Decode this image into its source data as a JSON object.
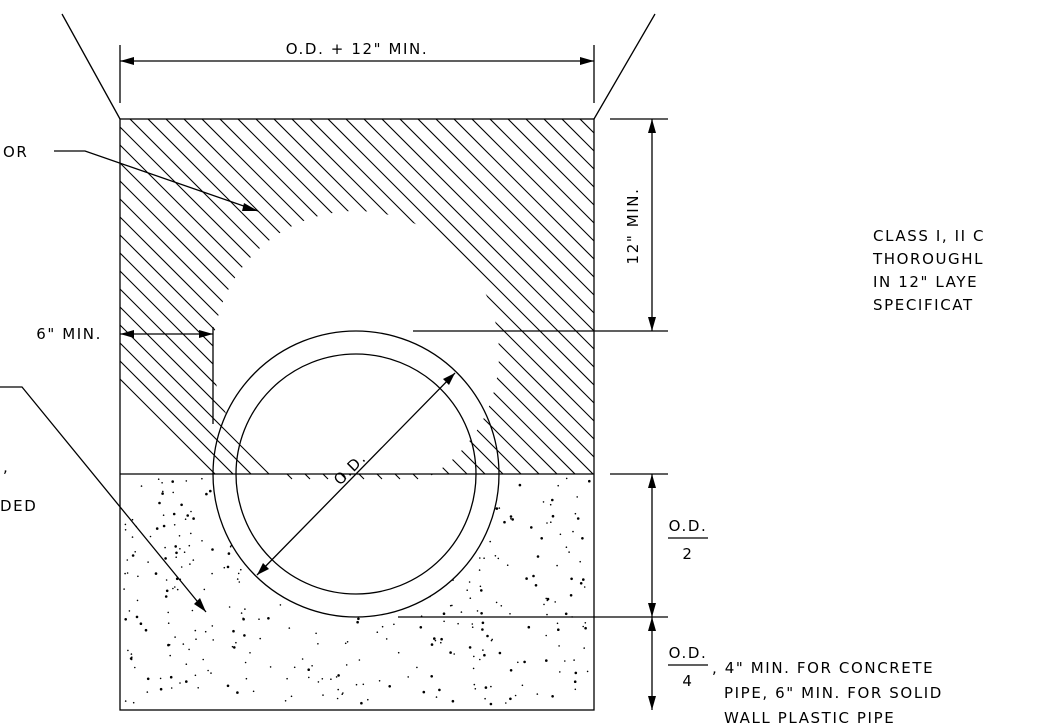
{
  "labels": {
    "top_width": "O.D. + 12\" MIN.",
    "cover_depth": "12\" MIN.",
    "side_clear": "6\" MIN.",
    "pipe_od": "O.D.",
    "left_partial_top": "OR",
    "left_partial_mid": ",",
    "left_partial_bottom": "DED",
    "right_note": [
      "CLASS I, II C",
      "THOROUGHL",
      "IN 12\" LAYE",
      "SPECIFICAT"
    ],
    "frac_half_num": "O.D.",
    "frac_half_den": "2",
    "frac_quarter_num": "O.D.",
    "frac_quarter_den": "4",
    "bedding_note": [
      ", 4\" MIN. FOR CONCRETE",
      "PIPE, 6\" MIN. FOR SOLID",
      "WALL PLASTIC PIPE"
    ]
  },
  "icons": [
    "arrowhead-icon"
  ]
}
